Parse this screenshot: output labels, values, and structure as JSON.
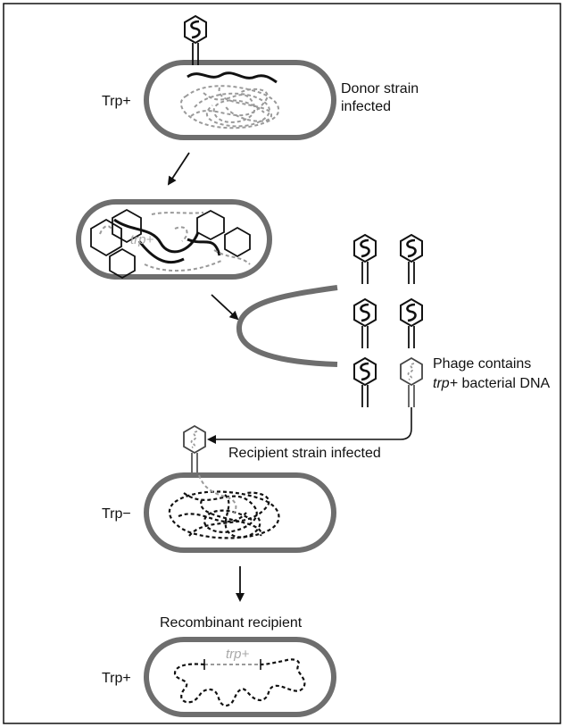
{
  "labels": {
    "donor_trp": "Trp+",
    "donor_line1": "Donor strain",
    "donor_line2": "infected",
    "lysed_trp": "trp+",
    "phage_line1": "Phage contains",
    "phage_line2_gene": "trp+",
    "phage_line2_rest": " bacterial DNA",
    "recipient_infected": "Recipient strain infected",
    "recipient_trp": "Trp−",
    "recombinant_title": "Recombinant recipient",
    "recombinant_trp": "Trp+",
    "recombinant_gene": "trp+"
  }
}
